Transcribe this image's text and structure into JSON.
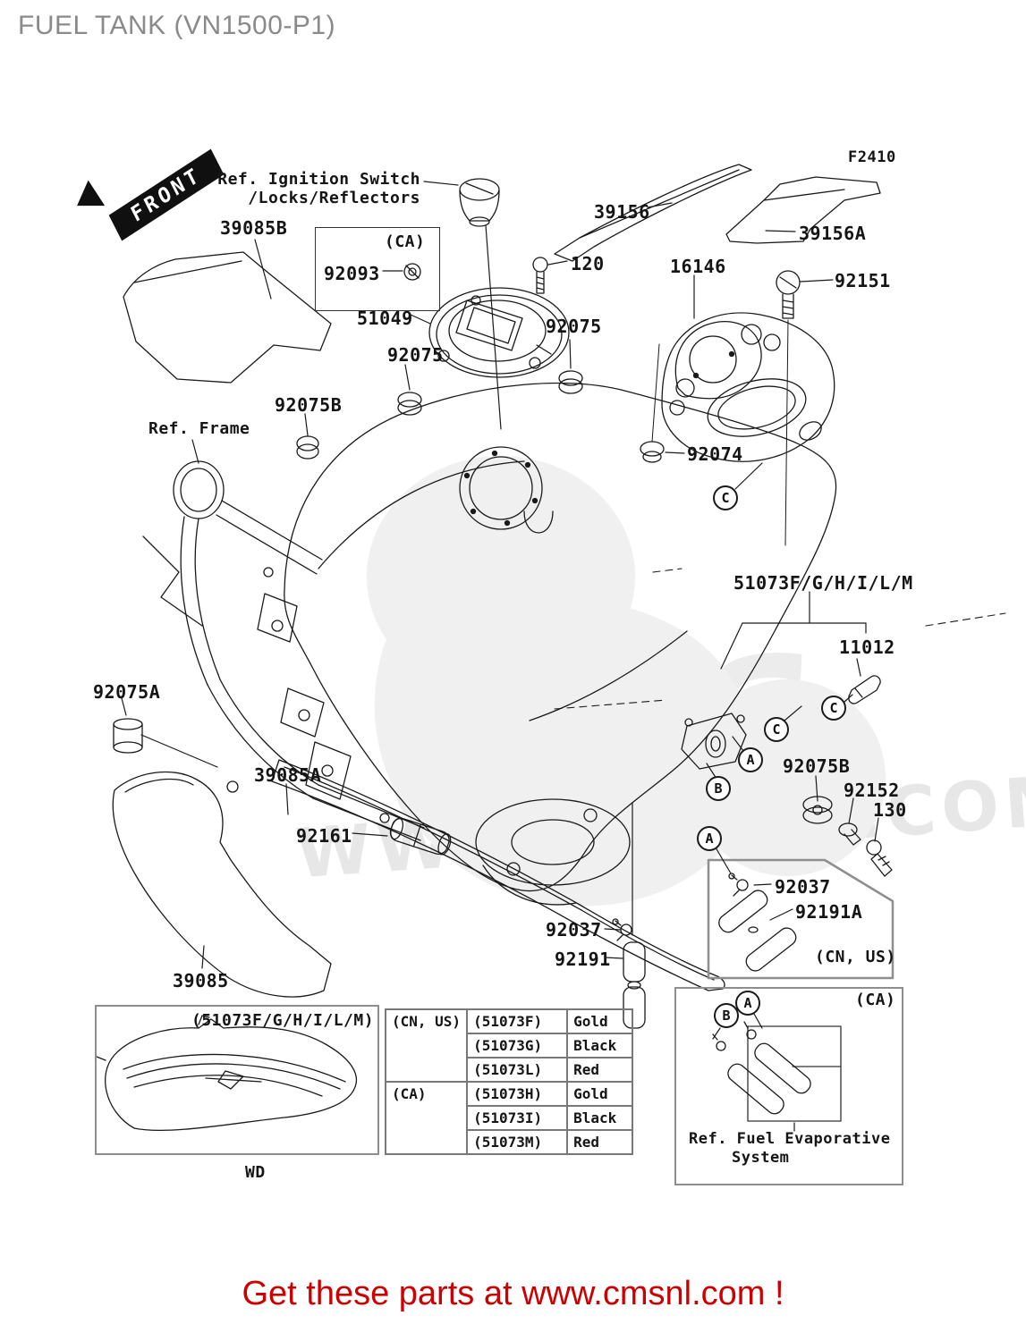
{
  "title": "FUEL TANK (VN1500-P1)",
  "figure_code": "F2410",
  "watermark": {
    "logo": "CMS",
    "url": "www.cmsnl.com"
  },
  "footer": {
    "promo": "Get these parts at www.cmsnl.com !"
  },
  "markers": {
    "a": "A",
    "b": "B",
    "c": "C",
    "front": "FRONT",
    "wd": "WD"
  },
  "regions": {
    "ca": "(CA)",
    "cn_us": "(CN, US)",
    "variant": "(51073F/G/H/I/L/M)"
  },
  "refs": {
    "ignition_line1": "Ref. Ignition Switch",
    "ignition_line2": "/Locks/Reflectors",
    "frame": "Ref. Frame",
    "fuel_evap_line1": "Ref. Fuel Evaporative",
    "fuel_evap_line2": "System"
  },
  "parts": {
    "39085B": "39085B",
    "92093": "92093",
    "51049": "51049",
    "92075": "92075",
    "92075A": "92075A",
    "92075B": "92075B",
    "39156": "39156",
    "39156A": "39156A",
    "120": "120",
    "16146": "16146",
    "92151": "92151",
    "92074": "92074",
    "51073_combo": "51073F/G/H/I/L/M",
    "11012": "11012",
    "39085": "39085",
    "39085A": "39085A",
    "92161": "92161",
    "92152": "92152",
    "130": "130",
    "92037": "92037",
    "92191": "92191",
    "92191A": "92191A"
  },
  "fitment_table": {
    "groups": [
      {
        "region": "(CN, US)",
        "rows": [
          {
            "part": "(51073F)",
            "color": "Gold"
          },
          {
            "part": "(51073G)",
            "color": "Black"
          },
          {
            "part": "(51073L)",
            "color": "Red"
          }
        ]
      },
      {
        "region": "(CA)",
        "rows": [
          {
            "part": "(51073H)",
            "color": "Gold"
          },
          {
            "part": "(51073I)",
            "color": "Black"
          },
          {
            "part": "(51073M)",
            "color": "Red"
          }
        ]
      }
    ]
  },
  "colors": {
    "accent_red": "#cc0000",
    "line": "#1a1a1a",
    "box_gray": "#8e8e8e",
    "title_gray": "#8a8a8a",
    "watermark_gray": "#e9e9e9"
  }
}
